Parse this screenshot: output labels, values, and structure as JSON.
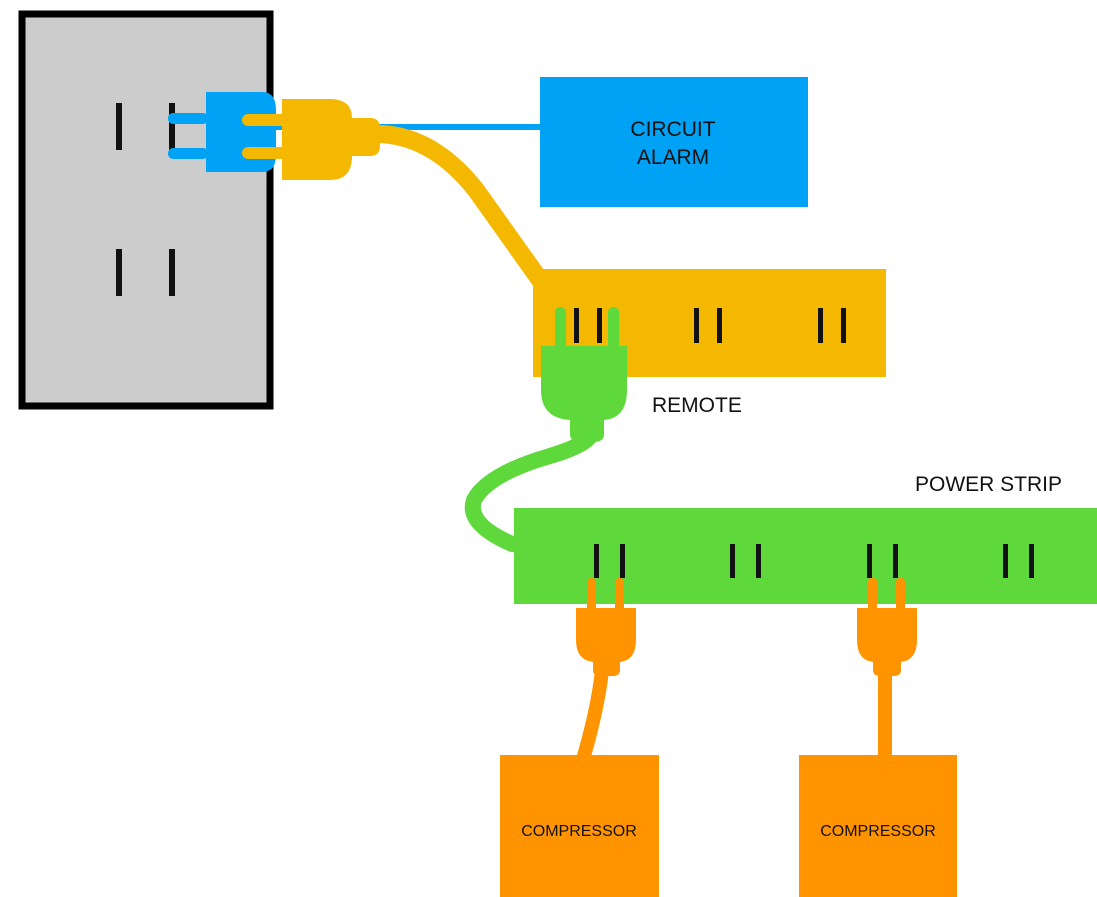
{
  "labels": {
    "circuit_alarm_line1": "CIRCUIT",
    "circuit_alarm_line2": "ALARM",
    "remote": "REMOTE",
    "power_strip": "POWER STRIP",
    "compressor_1": "COMPRESSOR",
    "compressor_2": "COMPRESSOR"
  },
  "colors": {
    "outlet_fill": "#cccccc",
    "outlet_border": "#000000",
    "alarm_blue": "#00a2f5",
    "remote_yellow": "#f5b800",
    "strip_green": "#5fd83c",
    "compressor_orange": "#ff9400"
  },
  "icons": {
    "wall_outlet": "wall-outlet-icon",
    "plug": "plug-icon"
  }
}
